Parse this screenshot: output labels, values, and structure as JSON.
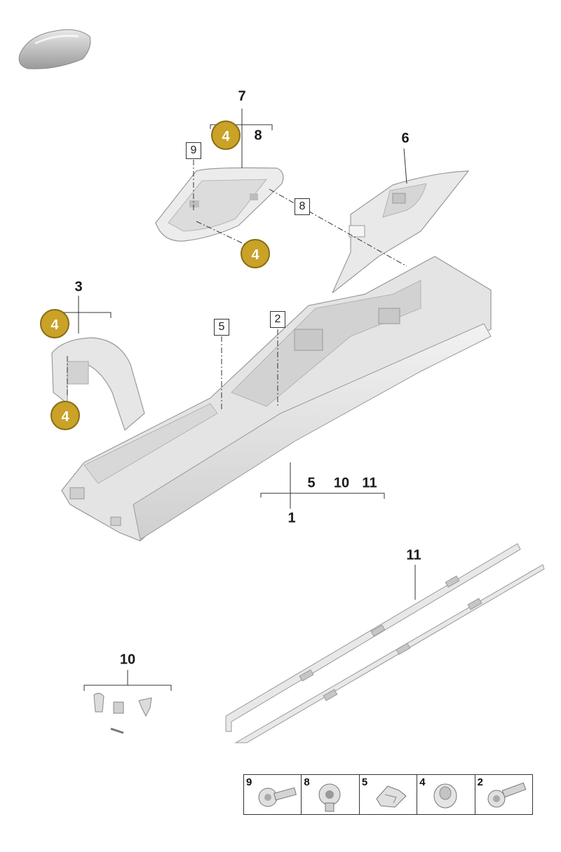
{
  "callouts": {
    "c7": "7",
    "c8_top": "8",
    "c6": "6",
    "c3": "3",
    "c1": "1",
    "c5": "5",
    "c10_bar": "10",
    "c11_bar": "11",
    "c11": "11",
    "c10": "10"
  },
  "boxed": {
    "b9": "9",
    "b8": "8",
    "b5": "5",
    "b2": "2"
  },
  "badges": {
    "b4a": "4",
    "b4b": "4",
    "b4c": "4",
    "b4d": "4"
  },
  "legend": [
    {
      "num": "9",
      "icon": "torx-bolt-icon"
    },
    {
      "num": "8",
      "icon": "rivet-icon"
    },
    {
      "num": "5",
      "icon": "spring-clip-icon"
    },
    {
      "num": "4",
      "icon": "grommet-icon"
    },
    {
      "num": "2",
      "icon": "washer-bolt-icon"
    }
  ],
  "colors": {
    "badge": "#c9a227",
    "part": "#e6e6e6",
    "line": "#333333"
  }
}
